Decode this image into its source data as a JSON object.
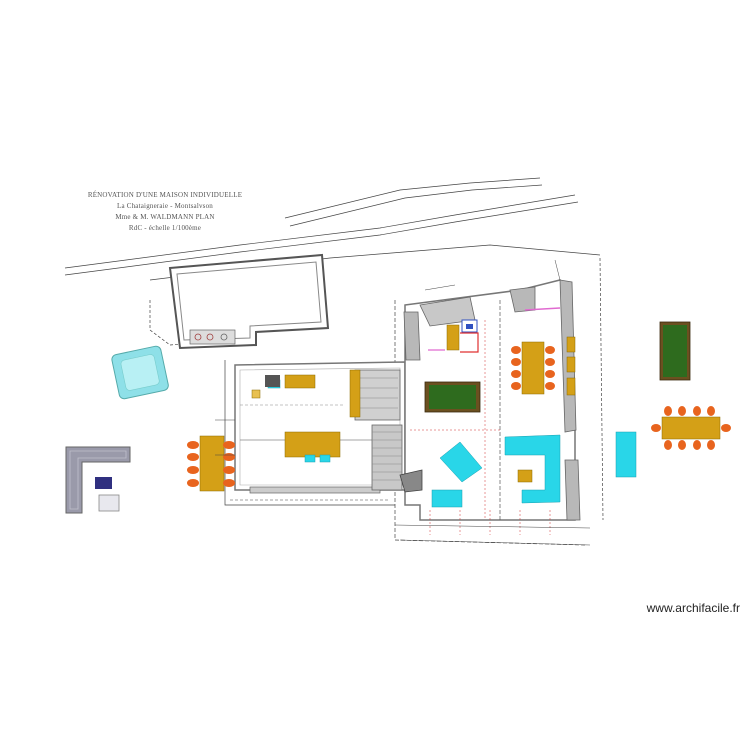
{
  "title_block": {
    "line1": "RÉNOVATION D'UNE MAISON INDIVIDUELLE",
    "line2": "La Chataigneraie - Montsalvson",
    "line3": "Mme & M. WALDMANN PLAN",
    "line4": "RdC - échelle 1/100ème"
  },
  "watermark": "www.archifacile.fr",
  "colors": {
    "wall": "#b8b8b8",
    "wall_dark": "#7a7a7a",
    "furniture_gold": "#d4a017",
    "chair_orange": "#e8641e",
    "sofa_cyan": "#29d6e8",
    "billiard_green": "#2e6b1e",
    "jacuzzi": "#8ee0e8",
    "stair_gray": "#c8c8c8",
    "dim_line": "#333333",
    "accent_red": "#e03030",
    "accent_pink": "#e06ad0"
  }
}
